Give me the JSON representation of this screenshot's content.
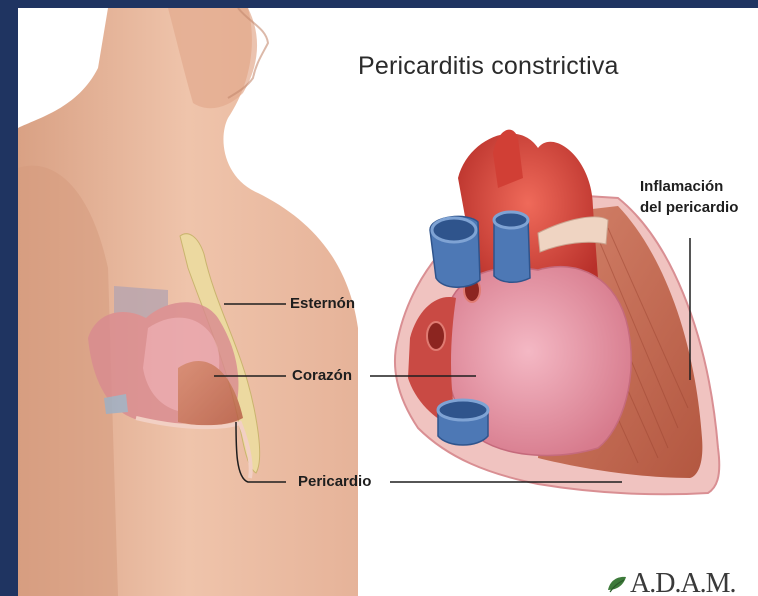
{
  "title": "Pericarditis constrictiva",
  "labels": {
    "sternum": "Esternón",
    "heart": "Corazón",
    "pericardium": "Pericardio",
    "inflammation_line1": "Inflamación",
    "inflammation_line2": "del pericardio"
  },
  "logo": {
    "text": "A.D.A.M.",
    "icon": "adam-leaf-icon"
  },
  "colors": {
    "background_frame": "#1f3461",
    "skin": "#e8b59a",
    "heart_pink": "#e79aa8",
    "heart_red": "#d8453b",
    "vessel_blue": "#4d78b5",
    "muscle": "#c96a54",
    "sternum": "#ecd9a0"
  }
}
